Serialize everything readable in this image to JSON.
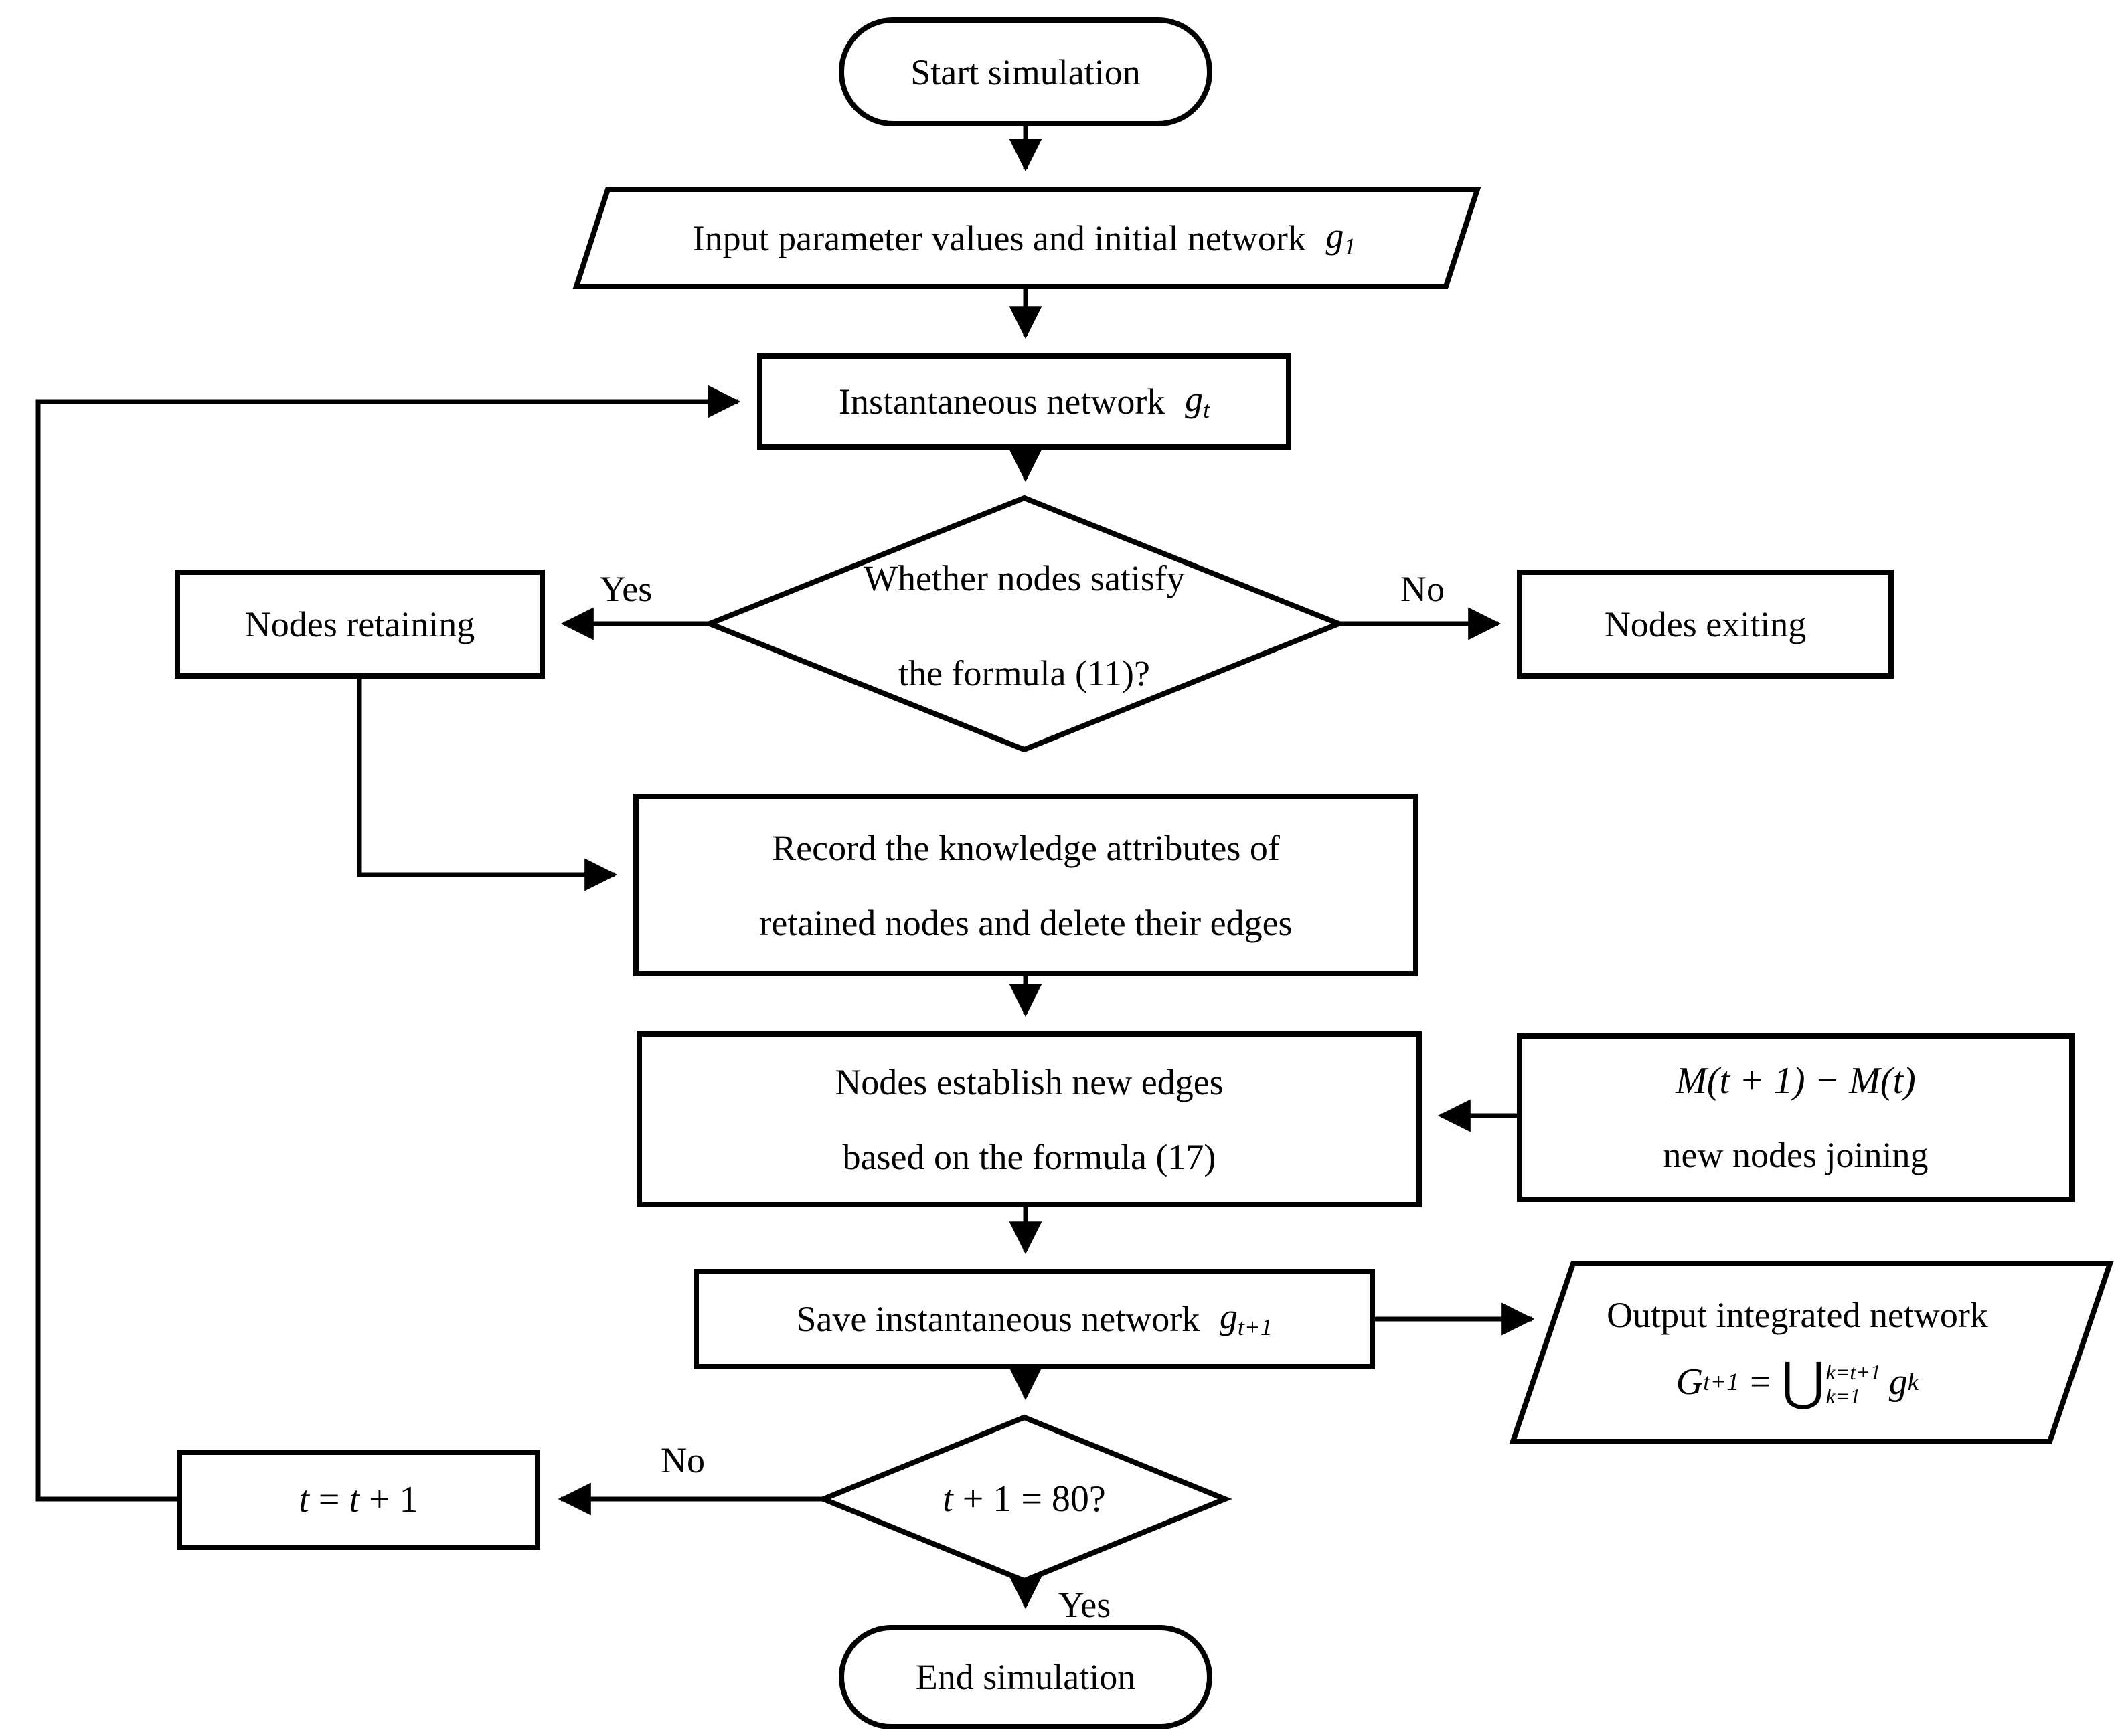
{
  "colors": {
    "stroke": "#000000",
    "background": "#ffffff"
  },
  "nodes": {
    "start": {
      "label": "Start simulation"
    },
    "input": {
      "label": "Input parameter values and initial network",
      "var": "g",
      "var_sub": "1"
    },
    "instantaneous": {
      "label": "Instantaneous network",
      "var": "g",
      "var_sub": "t"
    },
    "decision_formula11": {
      "line1": "Whether nodes satisfy",
      "line2": "the formula (11)?"
    },
    "nodes_retaining": {
      "label": "Nodes retaining"
    },
    "nodes_exiting": {
      "label": "Nodes exiting"
    },
    "record": {
      "line1": "Record the knowledge attributes of",
      "line2": "retained nodes and delete their edges"
    },
    "establish": {
      "line1": "Nodes establish new edges",
      "line2": "based on the formula (17)"
    },
    "new_nodes": {
      "formula": "M(t + 1) − M(t)",
      "line2": "new nodes joining"
    },
    "save": {
      "label": "Save instantaneous network",
      "var": "g",
      "var_sub": "t+1"
    },
    "output": {
      "line1": "Output integrated network",
      "g_cap": "G",
      "g_cap_sub": "t+1",
      "equals": "=",
      "union": "⋃",
      "union_upper": "k=t+1",
      "union_lower": "k=1",
      "g_small": "g",
      "g_small_sub": "k"
    },
    "decision_t80": {
      "var": "t",
      "rest": " + 1 = 80?"
    },
    "increment": {
      "p1": "t",
      "p2": " = ",
      "p3": "t",
      "p4": " + 1"
    },
    "end": {
      "label": "End simulation"
    }
  },
  "edge_labels": {
    "yes_top": "Yes",
    "no_top": "No",
    "no_bottom": "No",
    "yes_bottom": "Yes"
  }
}
